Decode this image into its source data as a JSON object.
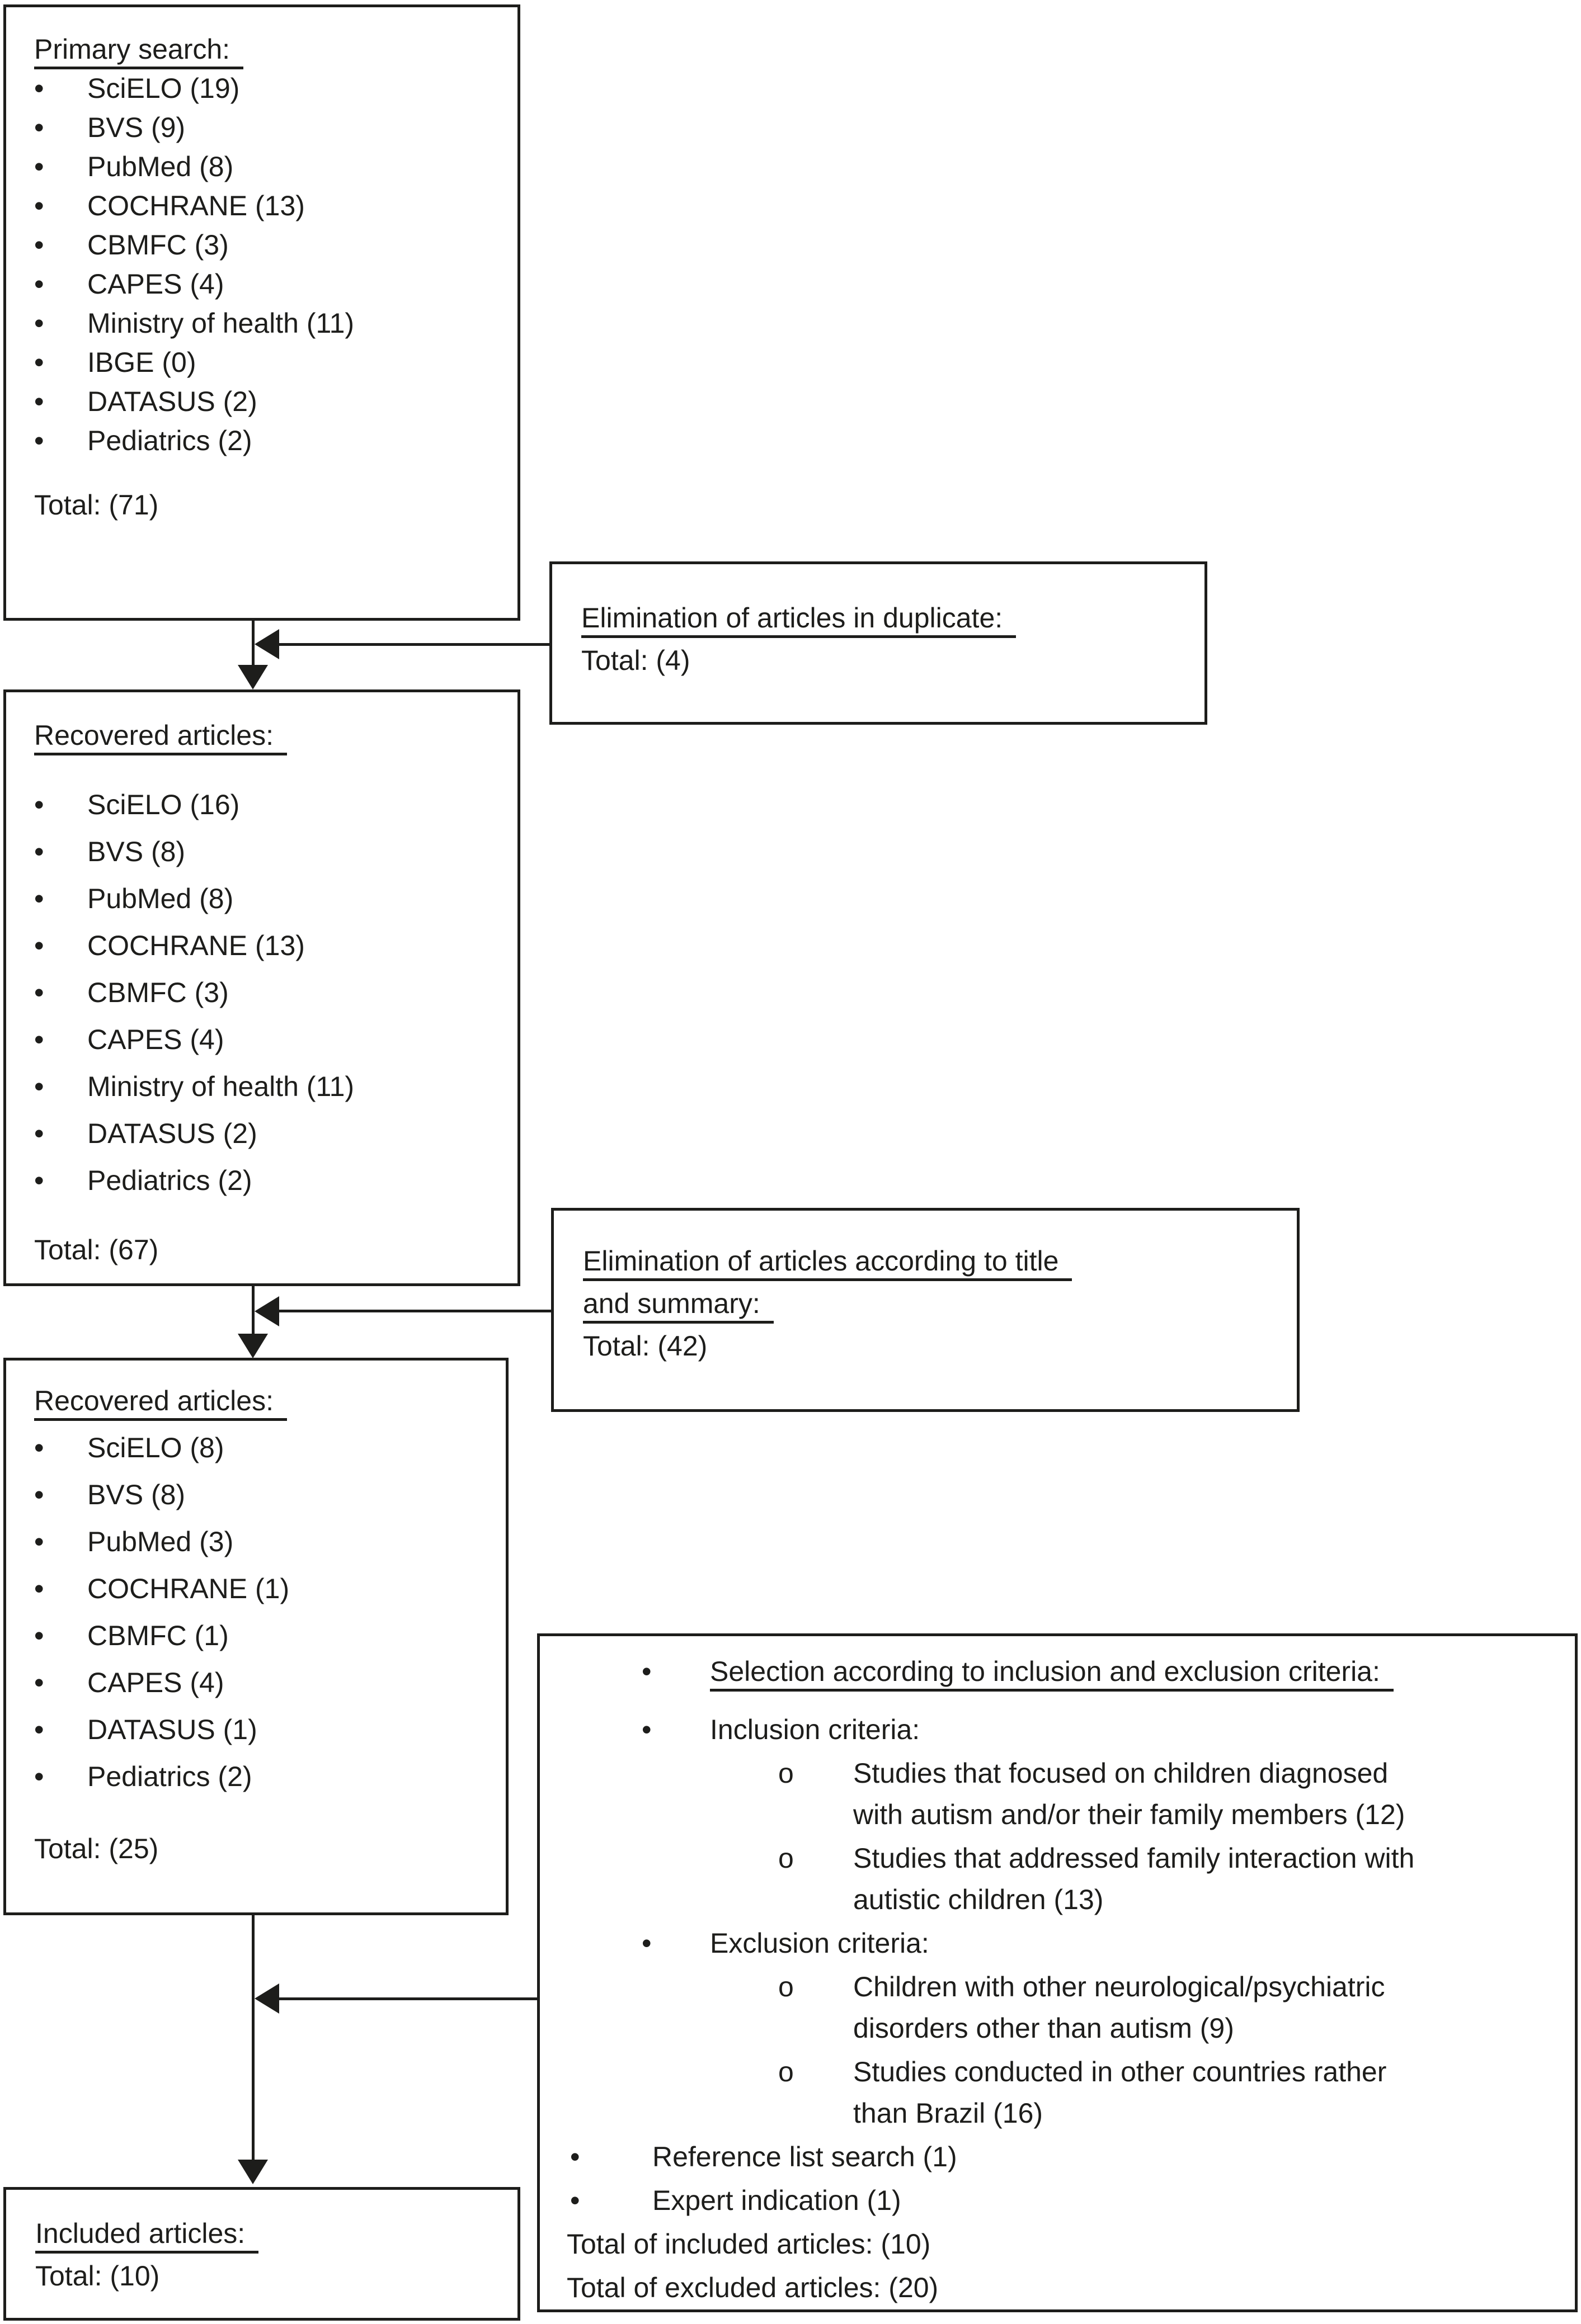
{
  "bullets": {
    "dot": "•",
    "circle": "o"
  },
  "colors": {
    "ink": "#1d1d1b",
    "background": "#ffffff"
  },
  "boxes": {
    "primary_search": {
      "title": "Primary search:",
      "items": [
        "SciELO (19)",
        "BVS (9)",
        "PubMed (8)",
        "COCHRANE (13)",
        "CBMFC (3)",
        "CAPES (4)",
        "Ministry of health (11)",
        "IBGE (0)",
        "DATASUS (2)",
        "Pediatrics (2)"
      ],
      "total": "Total: (71)"
    },
    "elimination_duplicate": {
      "title": "Elimination of articles in duplicate:",
      "total": "Total: (4)"
    },
    "recovered_1": {
      "title": "Recovered articles:",
      "items": [
        "SciELO (16)",
        "BVS (8)",
        "PubMed (8)",
        "COCHRANE (13)",
        "CBMFC (3)",
        "CAPES (4)",
        "Ministry of health (11)",
        "DATASUS (2)",
        "Pediatrics (2)"
      ],
      "total": "Total: (67)"
    },
    "elimination_title_summary": {
      "title_line1": "Elimination of articles according to title",
      "title_line2": "and summary:",
      "total": "Total: (42)"
    },
    "recovered_2": {
      "title": "Recovered articles:",
      "items": [
        "SciELO (8)",
        "BVS (8)",
        "PubMed (3)",
        "COCHRANE (1)",
        "CBMFC (1)",
        "CAPES (4)",
        "DATASUS (1)",
        "Pediatrics (2)"
      ],
      "total": "Total: (25)"
    },
    "selection": {
      "heading": "Selection according to inclusion and exclusion criteria:",
      "inclusion_label": "Inclusion criteria:",
      "inclusion_items": [
        "Studies that focused on children diagnosed with autism and/or their family members (12)",
        "Studies that addressed family interaction with autistic children (13)"
      ],
      "exclusion_label": "Exclusion criteria:",
      "exclusion_items": [
        "Children with other neurological/psychiatric disorders other than autism (9)",
        "Studies conducted in other countries rather than Brazil (16)"
      ],
      "extra_items": [
        "Reference list search (1)",
        "Expert indication (1)"
      ],
      "totals": [
        "Total of included articles: (10)",
        "Total of excluded articles: (20)"
      ]
    },
    "included": {
      "title": "Included articles:",
      "total": "Total: (10)"
    }
  }
}
